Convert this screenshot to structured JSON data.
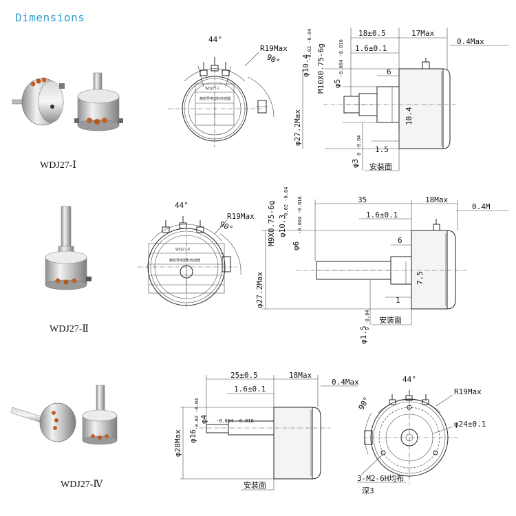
{
  "page": {
    "title": "Dimensions"
  },
  "models": [
    {
      "label": "WDJ27-Ⅰ"
    },
    {
      "label": "WDJ27-Ⅱ"
    },
    {
      "label": "WDJ27-Ⅳ"
    }
  ],
  "drawing1": {
    "angle": "44°",
    "angle2": "90°",
    "radius": "R19Max",
    "plate_line1": "WDJ27-Ⅰ",
    "plate_line2": "精密导电塑料传感器",
    "dim_length": "18±0.5",
    "dim_max": "17Max",
    "dim_gap": "0.4Max",
    "dim_step": "1.6±0.1",
    "dim_flat": "6",
    "dim_flat_h": "10.4",
    "dim_shoulder": "1.5",
    "dim_body_dia": "φ27.2Max",
    "dim_thread": "M10X0.75-6g",
    "dim_collar": "φ10.4",
    "dim_collar_tol": "-0.02 -0.04",
    "dim_shaft": "φ5",
    "dim_shaft_tol": "-0.004 -0.016",
    "dim_pin": "φ3",
    "dim_pin_tol": "0 -0.04",
    "mount_face": "安装面"
  },
  "drawing2": {
    "angle": "44°",
    "angle2": "90°",
    "radius": "R19Max",
    "plate_line1": "WDJ27-Ⅱ",
    "plate_line2": "精密导电塑料传感器",
    "dim_length": "35",
    "dim_max": "18Max",
    "dim_gap": "0.4M",
    "dim_step": "1.6±0.1",
    "dim_flat": "6",
    "dim_flat_h": "7.5",
    "dim_shoulder": "1",
    "dim_body_dia": "φ27.2Max",
    "dim_thread": "M9X0.75-6g",
    "dim_collar": "φ10.3",
    "dim_collar_tol": "-0.02 -0.04",
    "dim_shaft": "φ6",
    "dim_shaft_tol": "-0.004 -0.016",
    "dim_pin": "φ1.5",
    "dim_pin_tol": "0 -0.04",
    "mount_face": "安装面"
  },
  "drawing3": {
    "dim_length": "25±0.5",
    "dim_max": "18Max",
    "dim_gap": "0.4Max",
    "dim_step": "1.6±0.1",
    "dim_body_dia": "φ28Max",
    "dim_shaft": "φ16",
    "dim_shaft_tol": "-0.02 -0.04",
    "dim_shaft2": "φ4",
    "dim_shaft2_tol": "-0.004 -0.016",
    "mount_face": "安装面",
    "angle": "44°",
    "angle2": "90°",
    "radius": "R19Max",
    "bolt_circle": "φ24±0.1",
    "holes_line1": "3-M2-6H均布",
    "holes_line2": "深3"
  }
}
